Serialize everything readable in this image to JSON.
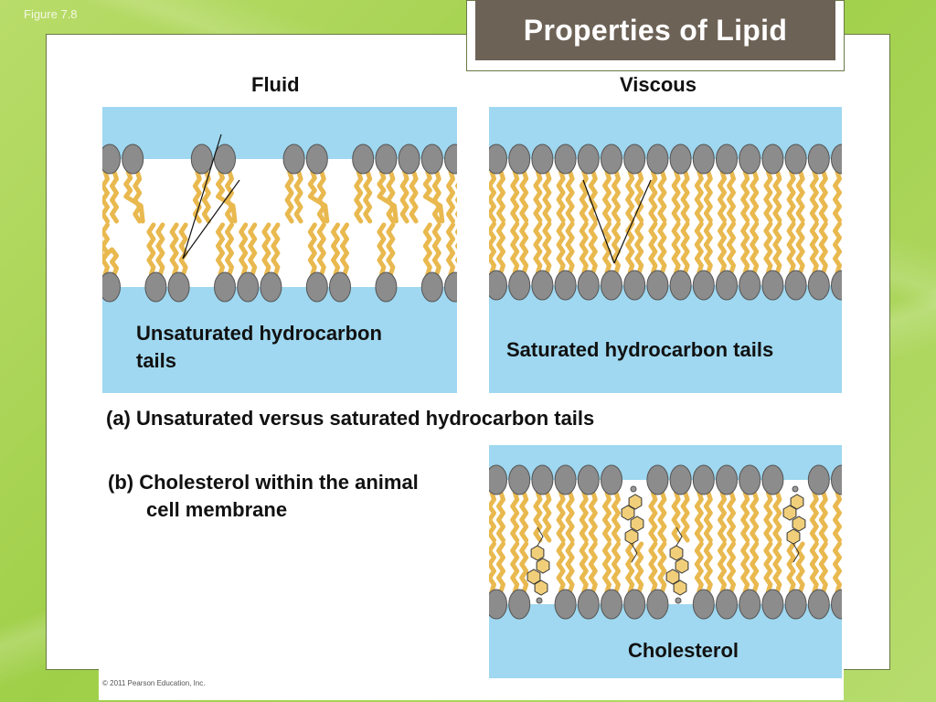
{
  "figure_label": "Figure 7.8",
  "title": "Properties of Lipid",
  "headers": {
    "fluid": "Fluid",
    "viscous": "Viscous"
  },
  "panels": {
    "fluid_label": "Unsaturated hydrocarbon tails",
    "fluid_label_line1": "Unsaturated hydrocarbon",
    "fluid_label_line2": "tails",
    "viscous_label": "Saturated hydrocarbon tails",
    "cholesterol_label": "Cholesterol"
  },
  "captions": {
    "a": "(a) Unsaturated versus saturated hydrocarbon tails",
    "b_line1": "(b) Cholesterol within the animal",
    "b_line2": "cell membrane"
  },
  "copyright": "© 2011 Pearson Education, Inc.",
  "colors": {
    "water": "#9fd8f0",
    "head": "#8c8c8c",
    "tail": "#e9b94f",
    "title_bg": "#6d6256",
    "background": "#a8d45a"
  }
}
